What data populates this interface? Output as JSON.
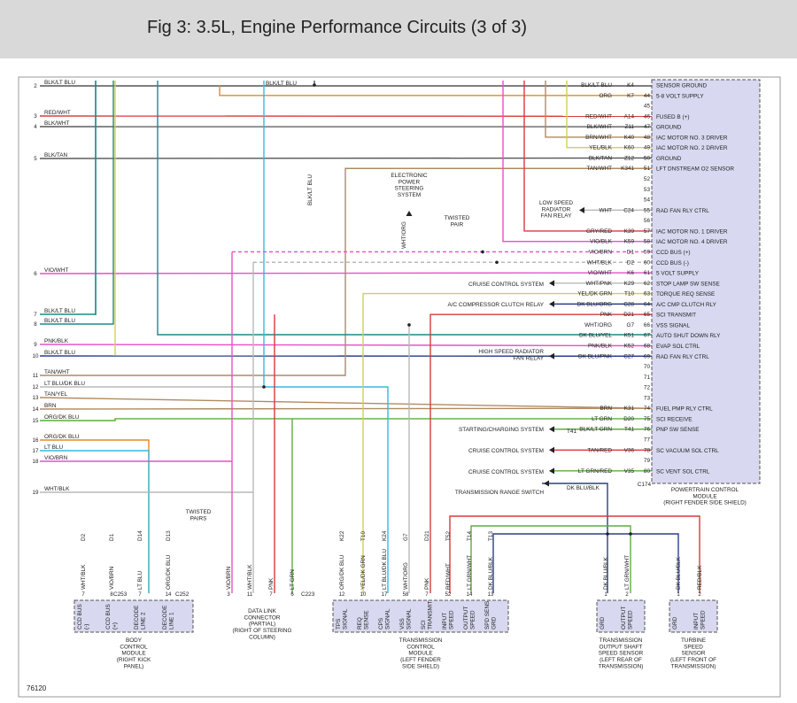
{
  "title": "Fig 3: 3.5L, Engine Performance Circuits (3 of 3)",
  "figure_id": "76120",
  "colors": {
    "green": "#5cad3c",
    "teal": "#1a8a8a",
    "orange": "#e08a2a",
    "pink": "#e84fc8",
    "red": "#d93a3a",
    "gray": "#555555",
    "brown": "#b08a62",
    "yellow": "#cfcf55",
    "cyan": "#38b8e0",
    "navy": "#2a3f8a",
    "lgray": "#b8b8b8",
    "violet": "#c060c8",
    "module_fill": "#d8d8f0"
  },
  "pcm": {
    "name": "POWERTRAIN CONTROL\nMODULE\n(RIGHT FENDER SIDE SHIELD)",
    "connector": "C174",
    "pins": [
      {
        "n": "",
        "f": "SENSOR GROUND",
        "w": "BLK/LT BLU",
        "c": "K4"
      },
      {
        "n": "44",
        "f": "5-8 VOLT SUPPLY",
        "w": "ORG",
        "c": "K7"
      },
      {
        "n": "45",
        "f": "",
        "w": "",
        "c": ""
      },
      {
        "n": "46",
        "f": "FUSED B (+)",
        "w": "RED/WHT",
        "c": "A14"
      },
      {
        "n": "47",
        "f": "GROUND",
        "w": "BLK/WHT",
        "c": "Z11"
      },
      {
        "n": "48",
        "f": "IAC MOTOR NO. 3 DRIVER",
        "w": "BRN/WHT",
        "c": "K40"
      },
      {
        "n": "49",
        "f": "IAC MOTOR NO. 2 DRIVER",
        "w": "YEL/BLK",
        "c": "K60"
      },
      {
        "n": "50",
        "f": "GROUND",
        "w": "BLK/TAN",
        "c": "Z12"
      },
      {
        "n": "51",
        "f": "LFT DNSTREAM O2 SENSOR",
        "w": "TAN/WHT",
        "c": "K341"
      },
      {
        "n": "52",
        "f": "",
        "w": "",
        "c": ""
      },
      {
        "n": "53",
        "f": "",
        "w": "",
        "c": ""
      },
      {
        "n": "54",
        "f": "",
        "w": "",
        "c": ""
      },
      {
        "n": "55",
        "f": "RAD FAN RLY CTRL",
        "w": "WHT",
        "c": "C24"
      },
      {
        "n": "56",
        "f": "",
        "w": "",
        "c": ""
      },
      {
        "n": "57",
        "f": "IAC MOTOR NO. 1 DRIVER",
        "w": "GRY/RED",
        "c": "K39"
      },
      {
        "n": "58",
        "f": "IAC MOTOR NO. 4 DRIVER",
        "w": "VIO/BLK",
        "c": "K59"
      },
      {
        "n": "59",
        "f": "CCD BUS (+)",
        "w": "VIO/BRN",
        "c": "D1"
      },
      {
        "n": "60",
        "f": "CCD BUS (-)",
        "w": "WHT/BLK",
        "c": "D2"
      },
      {
        "n": "61",
        "f": "5 VOLT SUPPLY",
        "w": "VIO/WHT",
        "c": "K6"
      },
      {
        "n": "62",
        "f": "STOP LAMP SW SENSE",
        "w": "WHT/PNK",
        "c": "K29"
      },
      {
        "n": "63",
        "f": "TORQUE REQ SENSE",
        "w": "YEL/DK GRN",
        "c": "T10"
      },
      {
        "n": "64",
        "f": "A/C CMP CLUTCH RLY",
        "w": "DK BLU/ORG",
        "c": "C28"
      },
      {
        "n": "65",
        "f": "SCI TRANSMIT",
        "w": "PNK",
        "c": "D21"
      },
      {
        "n": "66",
        "f": "VSS SIGNAL",
        "w": "WHT/ORG",
        "c": "G7"
      },
      {
        "n": "67",
        "f": "AUTO SHUT DOWN RLY",
        "w": "DK BLU/YEL",
        "c": "K51"
      },
      {
        "n": "68",
        "f": "EVAP SOL CTRL",
        "w": "PNK/BLK",
        "c": "K52"
      },
      {
        "n": "69",
        "f": "RAD FAN RLY CTRL",
        "w": "DK BLU/PNK",
        "c": "C27"
      },
      {
        "n": "70",
        "f": "",
        "w": "",
        "c": ""
      },
      {
        "n": "71",
        "f": "",
        "w": "",
        "c": ""
      },
      {
        "n": "72",
        "f": "",
        "w": "",
        "c": ""
      },
      {
        "n": "73",
        "f": "",
        "w": "",
        "c": ""
      },
      {
        "n": "74",
        "f": "FUEL PMP RLY CTRL",
        "w": "BRN",
        "c": "K31"
      },
      {
        "n": "75",
        "f": "SCI RECEIVE",
        "w": "LT GRN",
        "c": "D20"
      },
      {
        "n": "76",
        "f": "PNP SW SENSE",
        "w": "BLK/LT GRN",
        "c": "T41"
      },
      {
        "n": "77",
        "f": "",
        "w": "",
        "c": ""
      },
      {
        "n": "78",
        "f": "SC VACUUM SOL CTRL",
        "w": "TAN/RED",
        "c": "V36"
      },
      {
        "n": "79",
        "f": "",
        "w": "",
        "c": ""
      },
      {
        "n": "80",
        "f": "SC VENT SOL CTRL",
        "w": "LT GRN/RED",
        "c": "V35"
      }
    ]
  },
  "left_wires": [
    {
      "n": "2",
      "l": "BLK/LT BLU"
    },
    {
      "n": "3",
      "l": "RED/WHT"
    },
    {
      "n": "4",
      "l": "BLK/WHT"
    },
    {
      "n": "5",
      "l": "BLK/TAN"
    },
    {
      "n": "6",
      "l": "VIO/WHT"
    },
    {
      "n": "7",
      "l": "BLK/LT BLU"
    },
    {
      "n": "8",
      "l": "BLK/LT BLU"
    },
    {
      "n": "9",
      "l": "PNK/BLK"
    },
    {
      "n": "10",
      "l": "BLK/LT BLU"
    },
    {
      "n": "11",
      "l": "TAN/WHT"
    },
    {
      "n": "12",
      "l": "LT BLU/DK BLU"
    },
    {
      "n": "13",
      "l": "TAN/YEL"
    },
    {
      "n": "14",
      "l": "BRN"
    },
    {
      "n": "15",
      "l": "ORG/DK BLU"
    },
    {
      "n": "16",
      "l": "ORG/DK BLU"
    },
    {
      "n": "17",
      "l": "LT BLU"
    },
    {
      "n": "18",
      "l": "VIO/BRN"
    },
    {
      "n": "19",
      "l": "WHT/BLK"
    }
  ],
  "side_labels": [
    "ELECTRONIC\nPOWER\nSTEERING\nSYSTEM",
    "TWISTED\nPAIR",
    "LOW SPEED\nRADIATOR\nFAN RELAY",
    "CRUISE CONTROL SYSTEM",
    "A/C COMPRESSOR CLUTCH RELAY",
    "HIGH SPEED RADIATOR\nFAN RELAY",
    "STARTING/CHARGING SYSTEM",
    "CRUISE CONTROL SYSTEM",
    "CRUISE CONTROL SYSTEM",
    "TRANSMISSION RANGE SWITCH",
    "TWISTED\nPAIRS"
  ],
  "vertical_labels": [
    "BLK/LT BLU",
    "WHT/ORG",
    "BLK/LT BLU"
  ],
  "bcm": {
    "name": "BODY\nCONTROL\nMODULE\n(RIGHT KICK\nPANEL)",
    "conn1": "C253",
    "conn2": "C252",
    "pins": [
      {
        "n": "7",
        "w": "WHT/BLK",
        "c": "D2",
        "f": "CCD BUS\n(-)"
      },
      {
        "n": "8",
        "w": "VIO/BRN",
        "c": "D1",
        "f": "CCD BUS\n(+)"
      },
      {
        "n": "7",
        "w": "LT BLU",
        "c": "D14",
        "f": "DECODE\nLINE 2"
      },
      {
        "n": "14",
        "w": "ORG/DK BLU",
        "c": "D13",
        "f": "DECODE\nLINE 1"
      }
    ]
  },
  "dlc": {
    "name": "DATA LINK\nCONNECTOR\n(PARTIAL)\n(RIGHT OF STEERING\nCOLUMN)",
    "conn": "C223",
    "pins": [
      {
        "n": "3",
        "w": "VIO/BRN"
      },
      {
        "n": "11",
        "w": "WHT/BLK"
      },
      {
        "n": "7",
        "w": "PNK"
      },
      {
        "n": "6",
        "w": "LT GRN"
      }
    ]
  },
  "tcm": {
    "name": "TRANSMISSION\nCONTROL\nMODULE\n(LEFT FENDER\nSIDE SHIELD)",
    "pins": [
      {
        "n": "12",
        "w": "ORG/DK BLU",
        "c": "K22",
        "f": "TPS\nSIGNAL"
      },
      {
        "n": "10",
        "w": "YEL/DK GRN",
        "c": "T10",
        "f": "REQ\nSENSE"
      },
      {
        "n": "17",
        "w": "LT BLU/DK BLU",
        "c": "K24",
        "f": "CPS\nSIGNAL"
      },
      {
        "n": "58",
        "w": "WHT/ORG",
        "c": "G7",
        "f": "VSS\nSIGNAL"
      },
      {
        "n": "7",
        "w": "PNK",
        "c": "D21",
        "f": "SCI\nTRANSMIT"
      },
      {
        "n": "52",
        "w": "RED/WHT",
        "c": "T52",
        "f": "INPUT\nSPEED"
      },
      {
        "n": "14",
        "w": "LT GRN/WHT",
        "c": "T14",
        "f": "OUTPUT\nSPEED"
      },
      {
        "n": "13",
        "w": "DK BLU/BLK",
        "c": "T13",
        "f": "SPD SENS\nGRD"
      }
    ]
  },
  "tos": {
    "name": "TRANSMISSION\nOUTPUT SHAFT\nSPEED SENSOR\n(LEFT REAR OF\nTRANSMISSION)",
    "pins": [
      {
        "n": "1",
        "w": "DK BLU/BLK",
        "f": "GRD"
      },
      {
        "n": "2",
        "w": "LT GRN/WHT",
        "f": "OUTPUT\nSPEED"
      }
    ]
  },
  "tss": {
    "name": "TURBINE\nSPEED\nSENSOR\n(LEFT FRONT OF\nTRANSMISSION)",
    "pins": [
      {
        "n": "1",
        "w": "DK BLU/BLK",
        "f": "GRD"
      },
      {
        "n": "2",
        "w": "RED/BLK",
        "f": "INPUT\nSPEED"
      }
    ]
  },
  "trs_wire": "DK BLU/BLK",
  "trs_conn": "T41"
}
